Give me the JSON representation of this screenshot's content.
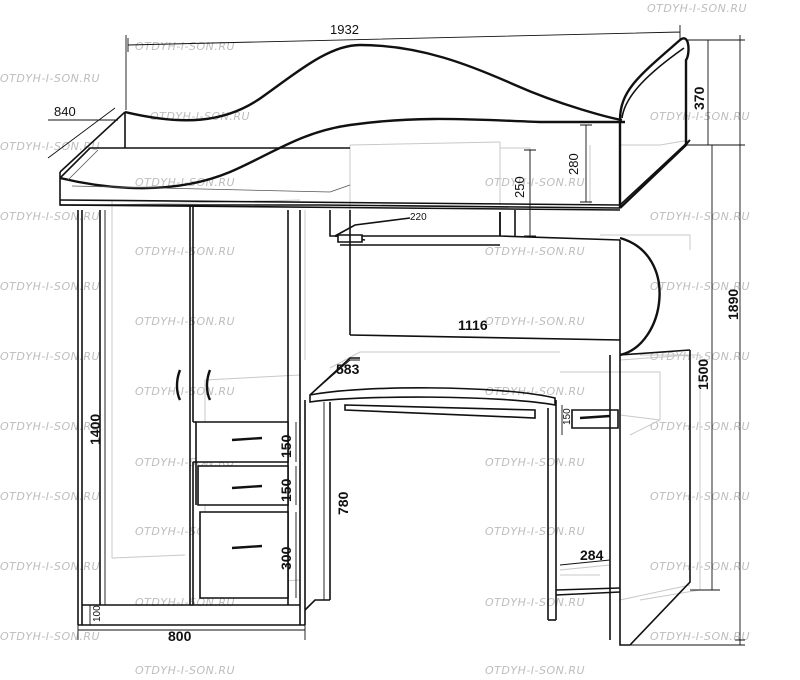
{
  "dimensions": {
    "total_length": "1932",
    "depth": "840",
    "top_rail": "370",
    "total_height": "1890",
    "bed_height": "1500",
    "shelf_height": "280",
    "niche_height": "250",
    "shelf_depth": "220",
    "desk_length": "1116",
    "desk_depth": "583",
    "wardrobe_height": "1400",
    "drawer1": "150",
    "drawer2": "150",
    "drawer3": "300",
    "desk_height": "780",
    "desk_drawer": "150",
    "bottom_shelf": "284",
    "plinth": "100",
    "wardrobe_width": "800"
  },
  "watermark": "OTDYH-I-SON.RU"
}
